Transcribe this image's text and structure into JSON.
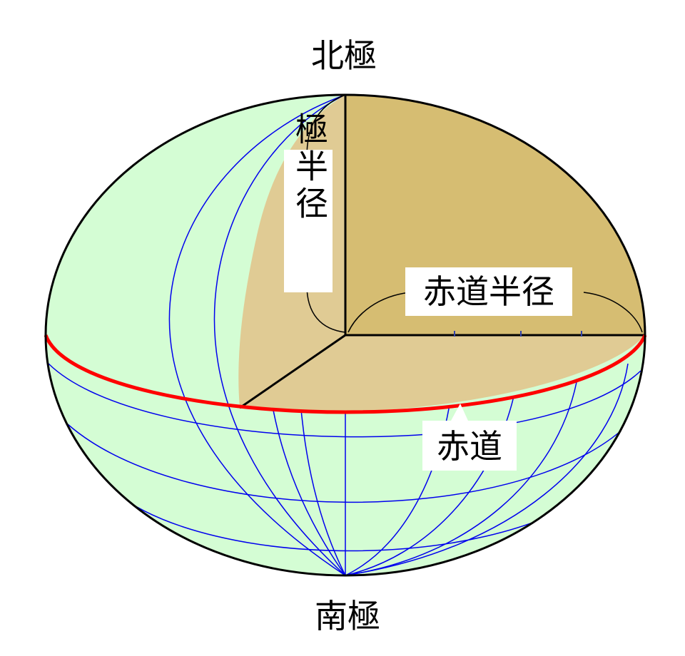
{
  "diagram": {
    "labels": {
      "north_pole": "北極",
      "south_pole": "南極",
      "polar_radius": "極半径",
      "equatorial_radius": "赤道半径",
      "equator": "赤道"
    },
    "colors": {
      "surface": "#d4fdd4",
      "cutaway_top": "#d6bd72",
      "cutaway_inner": "#e0cb94",
      "meridian_lines": "#0000ee",
      "equator_line": "#ff0000",
      "outline": "#000000",
      "label_background": "#ffffff"
    }
  }
}
